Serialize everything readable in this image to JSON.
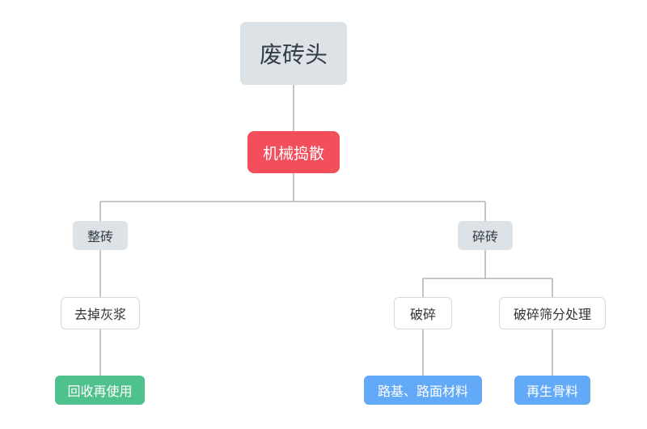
{
  "diagram": {
    "root": "废砖头",
    "step": "机械捣散",
    "branches": {
      "whole": {
        "label": "整砖",
        "process": "去掉灰浆",
        "result": "回收再使用"
      },
      "broken": {
        "label": "碎砖",
        "crush": {
          "process": "破碎",
          "result": "路基、路面材料"
        },
        "sieve": {
          "process": "破碎筛分处理",
          "result": "再生骨料"
        }
      }
    }
  },
  "colors": {
    "neutral": "#dde2e6",
    "accent": "#f24e5b",
    "outline": "#d7dadd",
    "green": "#4fc18d",
    "blue": "#62a9f7",
    "connector": "#a6a6a6"
  }
}
